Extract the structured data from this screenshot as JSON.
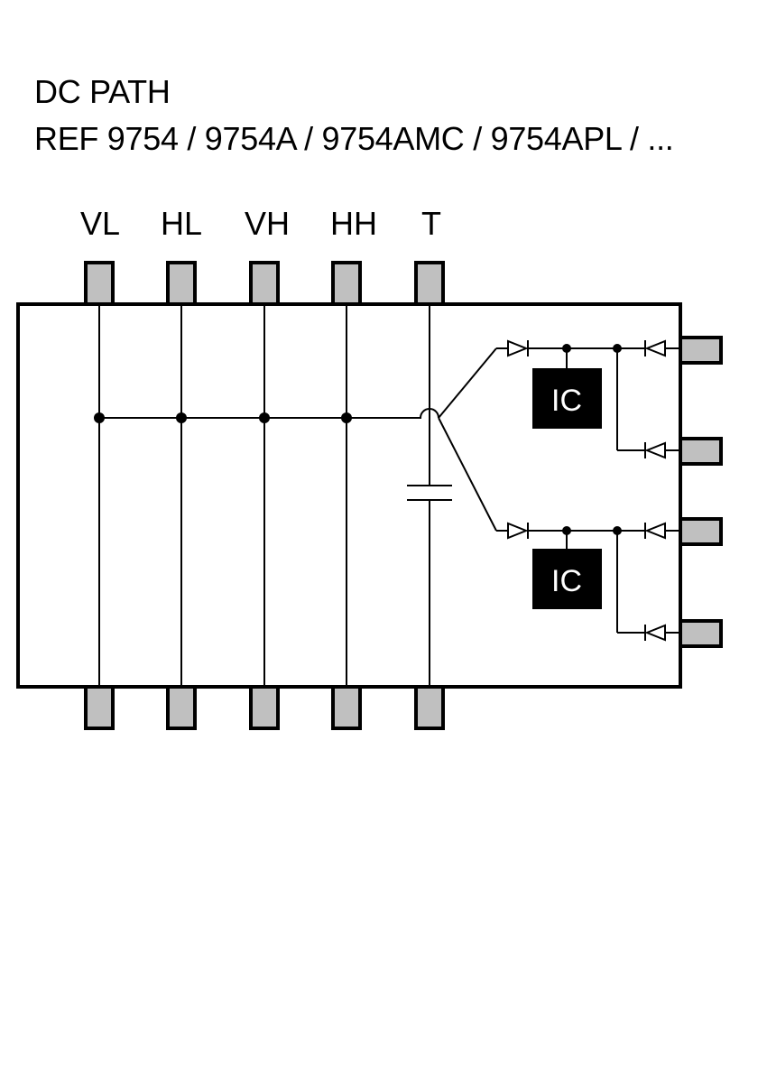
{
  "title": {
    "line1": "DC PATH",
    "line2": "REF 9754 / 9754A / 9754AMC / 9754APL / ..."
  },
  "ports": {
    "top_labels": [
      "VL",
      "HL",
      "VH",
      "HH",
      "T"
    ]
  },
  "ic_label": "IC",
  "colors": {
    "connector_fill": "#c0c0c0",
    "line": "#000000",
    "ic_fill": "#000000",
    "ic_text": "#ffffff"
  }
}
